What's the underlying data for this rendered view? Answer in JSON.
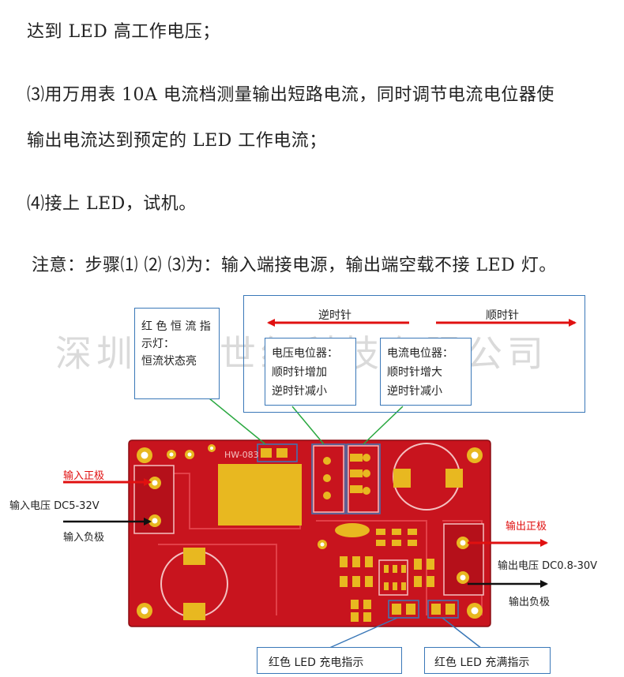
{
  "text": {
    "line1": "达到 LED 高工作电压；",
    "line2": "⑶用万用表 10A 电流档测量输出短路电流，同时调节电流电位器使",
    "line3": "输出电流达到预定的 LED 工作电流；",
    "line4": "⑷接上 LED，试机。",
    "line5": "注意：步骤⑴ ⑵ ⑶为：输入端接电源，输出端空载不接 LED 灯。"
  },
  "watermark": "深圳市芯世纪科技有限公司",
  "callouts": {
    "indicator": [
      "红 色 恒 流 指",
      "示灯：",
      "恒流状态亮"
    ],
    "direction_ccw": "逆时针",
    "direction_cw": "顺时针",
    "voltage_pot": [
      "电压电位器：",
      "顺时针增加",
      "逆时针减小"
    ],
    "current_pot": [
      "电流电位器：",
      "顺时针增大",
      "逆时针减小"
    ],
    "charge_led": "红色 LED 充电指示",
    "full_led": "红色 LED 充满指示"
  },
  "labels": {
    "input_pos": "输入正极",
    "input_voltage": "输入电压 DC5-32V",
    "input_neg": "输入负极",
    "output_pos": "输出正极",
    "output_voltage": "输出电压 DC0.8-30V",
    "output_neg": "输出负极"
  },
  "board": {
    "silk": "HW-083",
    "color": "#c8141e",
    "pad_color": "#e8b820"
  }
}
